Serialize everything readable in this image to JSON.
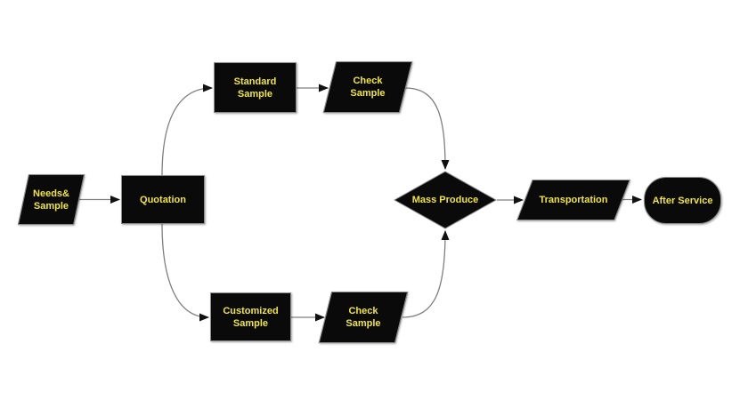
{
  "diagram": {
    "type": "flowchart",
    "background": "#ffffff",
    "colors": {
      "shape_fill": "#0a0a0a",
      "label_text": "#f0e53c",
      "connector": "#7f7f7f",
      "arrowhead": "#111111"
    },
    "nodes": {
      "needs_sample": {
        "shape": "parallelogram",
        "lines": [
          "Needs&",
          "Sample"
        ]
      },
      "quotation": {
        "shape": "rectangle",
        "label": "Quotation"
      },
      "standard_sample": {
        "shape": "rectangle",
        "lines": [
          "Standard",
          "Sample"
        ]
      },
      "check_sample_top": {
        "shape": "parallelogram",
        "lines": [
          "Check",
          "Sample"
        ]
      },
      "customized_sample": {
        "shape": "rectangle",
        "lines": [
          "Customized",
          "Sample"
        ]
      },
      "check_sample_bottom": {
        "shape": "parallelogram",
        "lines": [
          "Check",
          "Sample"
        ]
      },
      "mass_produce": {
        "shape": "diamond",
        "label": "Mass Produce"
      },
      "transportation": {
        "shape": "parallelogram",
        "label": "Transportation"
      },
      "after_service": {
        "shape": "terminator",
        "label": "After Service"
      }
    },
    "edges": [
      {
        "from": "needs_sample",
        "to": "quotation"
      },
      {
        "from": "quotation",
        "to": "standard_sample"
      },
      {
        "from": "quotation",
        "to": "customized_sample"
      },
      {
        "from": "standard_sample",
        "to": "check_sample_top"
      },
      {
        "from": "customized_sample",
        "to": "check_sample_bottom"
      },
      {
        "from": "check_sample_top",
        "to": "mass_produce"
      },
      {
        "from": "check_sample_bottom",
        "to": "mass_produce"
      },
      {
        "from": "mass_produce",
        "to": "transportation"
      },
      {
        "from": "transportation",
        "to": "after_service"
      }
    ]
  }
}
